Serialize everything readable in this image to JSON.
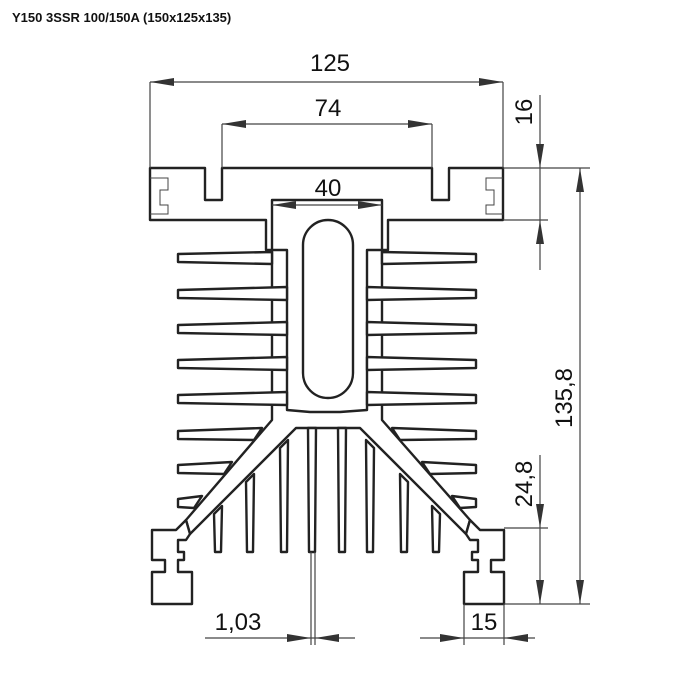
{
  "title": "Y150 3SSR 100/150A (150x125x135)",
  "dimensions": {
    "overall_width": "125",
    "slot_spacing": "74",
    "center_width": "40",
    "top_flange_height": "16",
    "total_height": "135,8",
    "lower_section_height": "24,8",
    "fin_thickness": "1,03",
    "foot_width": "15"
  },
  "colors": {
    "line": "#222222",
    "background": "#ffffff"
  }
}
